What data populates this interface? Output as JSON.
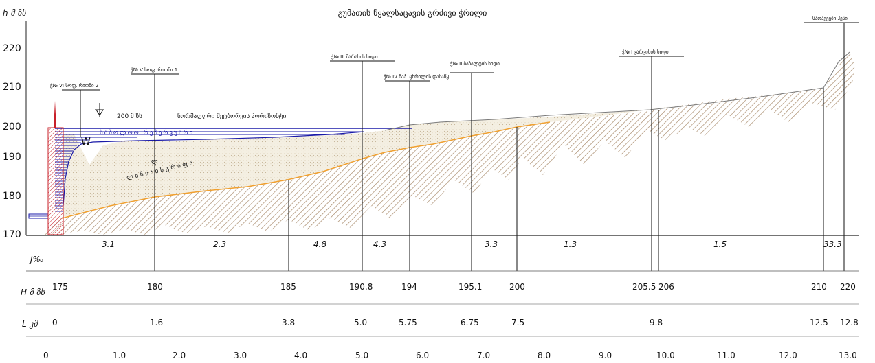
{
  "title": "გუმათის წყალსაცავის გრძივი ჭრილი",
  "y_axis": {
    "label": "h მ ზს",
    "ticks": [
      "170",
      "180",
      "190",
      "200",
      "210",
      "220"
    ]
  },
  "slope_row": {
    "label": "J‰",
    "values": [
      "3.1",
      "2.3",
      "4.8",
      "4.3",
      "3.3",
      "1.3",
      "1.5",
      "33.3"
    ]
  },
  "height_row": {
    "label": "H მ ზს",
    "values": [
      "175",
      "180",
      "185",
      "190.8",
      "194",
      "195.1",
      "200",
      "205.5",
      "206",
      "210",
      "220"
    ]
  },
  "distance_row": {
    "label": "L კმ",
    "values": [
      "0",
      "1.6",
      "3.8",
      "5.0",
      "5.75",
      "6.75",
      "7.5",
      "9.8",
      "12.5",
      "12.8"
    ]
  },
  "scale_row": {
    "values": [
      "0",
      "1.0",
      "2.0",
      "3.0",
      "4.0",
      "5.0",
      "6.0",
      "7.0",
      "8.0",
      "9.0",
      "10.0",
      "11.0",
      "12.0",
      "13.0"
    ]
  },
  "annotations": {
    "n6": "ჭ№ VI სოფ. რიონი 2",
    "n5": "ჭ№ V სოფ. რიონი 1",
    "n3": "ჭ№ III შარახის ხიდი",
    "n4": "ჭ№ IV ნაპ. ცხრილის დასაწყ.",
    "n2": "ჭ№ II ბაზალტის ხიდი",
    "n1": "ჭ№ I ვარციხის ხიდი",
    "n0": "სათავეები ჰესი",
    "water_level": "200 მ ზს",
    "water_level_desc": "ნორმალური შეტბორვის ჰორიზონტი",
    "reservoir_text": "საბოლოო რეზერვუარი",
    "sediment_text": "ლ ი ნ ი ა ი ს გ რ ი ფ ი",
    "sediment_mark": "ლ",
    "w_mark": "W"
  },
  "colors": {
    "water": "#1a1aa8",
    "sediment_fill": "#f3ede0",
    "bedrock_hatch": "#a88a6a",
    "bed_line": "#f0a030",
    "dam": "#c8202a"
  }
}
